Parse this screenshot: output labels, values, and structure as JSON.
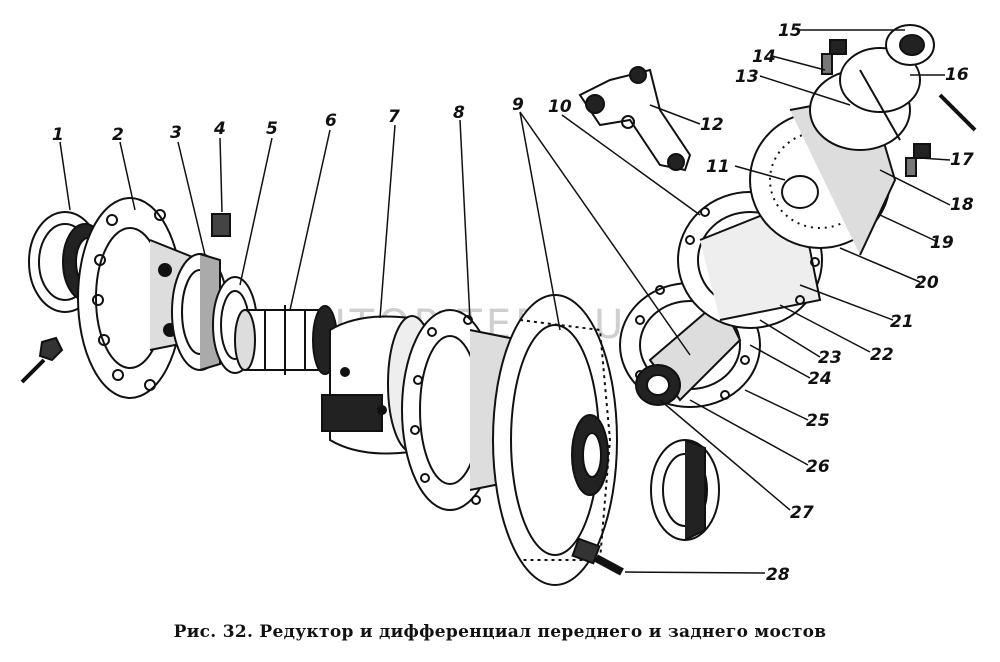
{
  "figure": {
    "caption": "Рис. 32. Редуктор и дифференциал переднего и заднего мостов",
    "watermark": "AUTOPITER.RU",
    "callouts": [
      "1",
      "2",
      "3",
      "4",
      "5",
      "6",
      "7",
      "8",
      "9",
      "10",
      "11",
      "12",
      "13",
      "14",
      "15",
      "16",
      "17",
      "18",
      "19",
      "20",
      "21",
      "22",
      "23",
      "24",
      "25",
      "26",
      "27",
      "28"
    ]
  }
}
